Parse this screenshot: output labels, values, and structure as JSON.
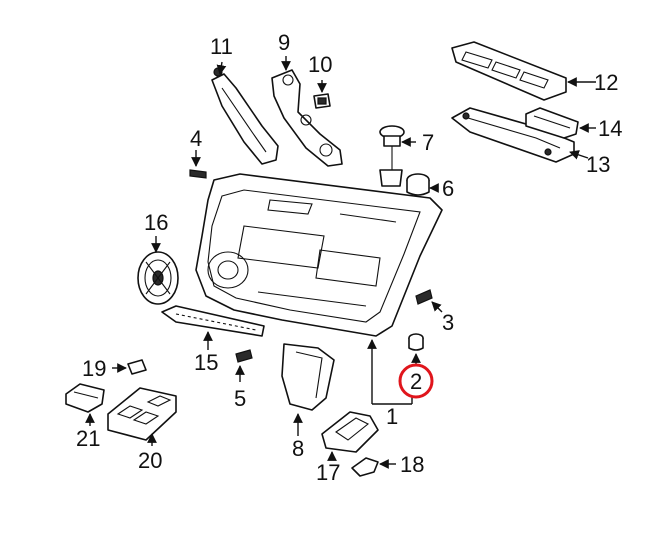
{
  "diagram": {
    "highlight_color": "#e0151c",
    "highlighted_part": "2",
    "callouts": [
      "1",
      "2",
      "3",
      "4",
      "5",
      "6",
      "7",
      "8",
      "9",
      "10",
      "11",
      "12",
      "13",
      "14",
      "15",
      "16",
      "17",
      "18",
      "19",
      "20",
      "21"
    ]
  }
}
